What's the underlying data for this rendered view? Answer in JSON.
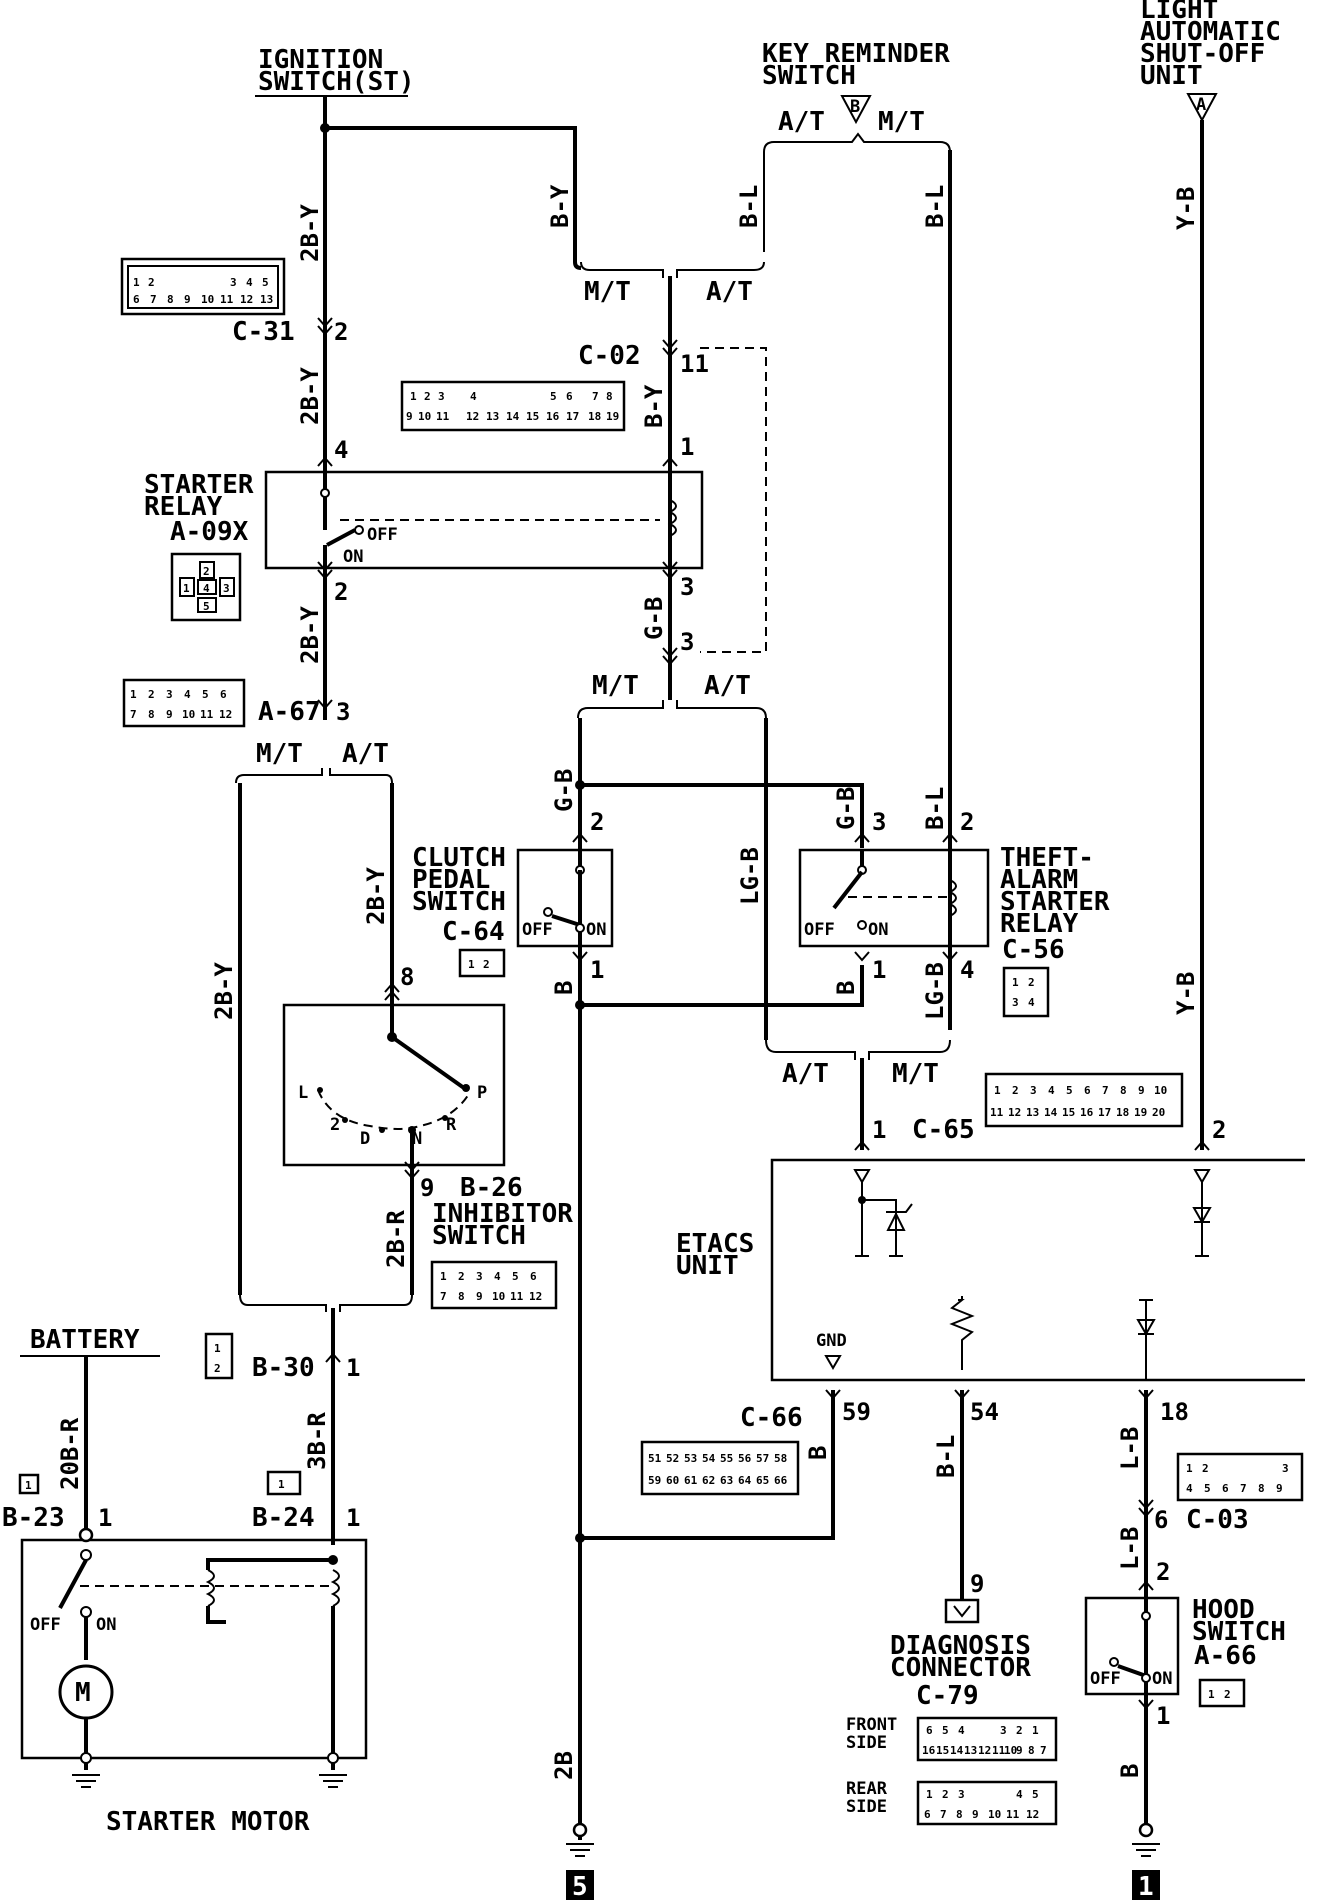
{
  "components": {
    "ignition_switch": [
      "IGNITION",
      "SWITCH(ST)"
    ],
    "key_reminder": [
      "KEY REMINDER",
      "SWITCH"
    ],
    "light_unit": [
      "LIGHT",
      "AUTOMATIC",
      "SHUT-OFF",
      "UNIT"
    ],
    "starter_relay": [
      "STARTER",
      "RELAY"
    ],
    "starter_relay_code": "A-09X",
    "clutch_pedal": [
      "CLUTCH",
      "PEDAL",
      "SWITCH"
    ],
    "clutch_code": "C-64",
    "theft_relay": [
      "THEFT-",
      "ALARM",
      "STARTER",
      "RELAY"
    ],
    "theft_code": "C-56",
    "inhibitor": [
      "INHIBITOR",
      "SWITCH"
    ],
    "inhibitor_code": "B-26",
    "etacs": [
      "ETACS",
      "UNIT"
    ],
    "battery": "BATTERY",
    "starter_motor": "STARTER MOTOR",
    "diagnosis": [
      "DIAGNOSIS",
      "CONNECTOR"
    ],
    "diagnosis_code": "C-79",
    "hood_switch": [
      "HOOD",
      "SWITCH"
    ],
    "hood_code": "A-66",
    "front_side": [
      "FRONT",
      "SIDE"
    ],
    "rear_side": [
      "REAR",
      "SIDE"
    ]
  },
  "connectors": {
    "c31": "C-31",
    "c02": "C-02",
    "a67": "A-67",
    "b30": "B-30",
    "b23": "B-23",
    "b24": "B-24",
    "c65": "C-65",
    "c66": "C-66",
    "c03": "C-03"
  },
  "wire_colors": {
    "ig_2by_1": "2B-Y",
    "ig_2by_2": "2B-Y",
    "ig_2by_3": "2B-Y",
    "mt_2by": "2B-Y",
    "at_2by": "2B-Y",
    "inh_2br": "2B-R",
    "bat_20br": "20B-R",
    "mot_3br": "3B-R",
    "key_by": "B-Y",
    "key_bl": "B-L",
    "key_bl2": "B-L",
    "relay_by": "B-Y",
    "relay_gb": "G-B",
    "clutch_gb": "G-B",
    "clutch_b": "B",
    "lgb": "LG-B",
    "theft_gb": "G-B",
    "theft_bl": "B-L",
    "theft_b": "B",
    "theft_lgb": "LG-B",
    "light_yb": "Y-B",
    "light_yb2": "Y-B",
    "gnd_b": "B",
    "diag_bl": "B-L",
    "hood_lb": "L-B",
    "hood_lb2": "L-B",
    "hood_b": "B",
    "ground_2b": "2B"
  },
  "pins": {
    "c31": "2",
    "relay_top": "4",
    "relay_bot": "2",
    "a67": "3",
    "c02": "11",
    "relay_coil_top": "1",
    "relay_coil_bot": "3",
    "c02_bot": "3",
    "inh_top": "8",
    "inh_bot": "9",
    "b30": "1",
    "b23": "1",
    "b24": "1",
    "clutch_top": "2",
    "clutch_bot": "1",
    "theft_sw_top": "3",
    "theft_sw_bot": "1",
    "theft_coil_top": "2",
    "theft_coil_bot": "4",
    "c65_1": "1",
    "c65_2": "2",
    "gnd": "59",
    "diag": "54",
    "diag_conn": "9",
    "hood_etacs": "18",
    "c03": "6",
    "hood_top": "2",
    "hood_bot": "1"
  },
  "transmission": {
    "mt": "M/T",
    "at": "A/T"
  },
  "switch_states": {
    "off": "OFF",
    "on": "ON"
  },
  "inhibitor_positions": [
    "L",
    "2",
    "D",
    "N",
    "R",
    "P"
  ],
  "etacs_gnd": "GND",
  "motor_symbol": "M",
  "ref_marks": {
    "key_reminder": "B",
    "light_unit": "A",
    "ground_left": "5",
    "ground_right": "1"
  },
  "connector_pins": {
    "c31": {
      "top": [
        "1",
        "2",
        "3",
        "4",
        "5"
      ],
      "bottom": [
        "6",
        "7",
        "8",
        "9",
        "10",
        "11",
        "12",
        "13"
      ]
    },
    "c02": {
      "top": [
        "1",
        "2",
        "3",
        "4",
        "5",
        "6",
        "7",
        "8"
      ],
      "bottom": [
        "9",
        "10",
        "11",
        "12",
        "13",
        "14",
        "15",
        "16",
        "17",
        "18",
        "19"
      ]
    },
    "a09x": [
      "1",
      "2",
      "3",
      "4",
      "5"
    ],
    "a67": {
      "top": [
        "1",
        "2",
        "3",
        "4",
        "5",
        "6"
      ],
      "bottom": [
        "7",
        "8",
        "9",
        "10",
        "11",
        "12"
      ]
    },
    "c64": [
      "1",
      "2"
    ],
    "c56": [
      "1",
      "2",
      "3",
      "4"
    ],
    "b26": {
      "top": [
        "1",
        "2",
        "3",
        "4",
        "5",
        "6"
      ],
      "bottom": [
        "7",
        "8",
        "9",
        "10",
        "11",
        "12"
      ]
    },
    "b30": [
      "1",
      "2"
    ],
    "b24": [
      "1"
    ],
    "b23": [
      "1"
    ],
    "c65": {
      "top": [
        "1",
        "2",
        "3",
        "4",
        "5",
        "6",
        "7",
        "8",
        "9",
        "10"
      ],
      "bottom": [
        "11",
        "12",
        "13",
        "14",
        "15",
        "16",
        "17",
        "18",
        "19",
        "20"
      ]
    },
    "c66": {
      "top": [
        "51",
        "52",
        "53",
        "54",
        "55",
        "56",
        "57",
        "58"
      ],
      "bottom": [
        "59",
        "60",
        "61",
        "62",
        "63",
        "64",
        "65",
        "66"
      ]
    },
    "c03": {
      "top": [
        "1",
        "2",
        "3"
      ],
      "bottom": [
        "4",
        "5",
        "6",
        "7",
        "8",
        "9"
      ]
    },
    "a66": [
      "1",
      "2"
    ],
    "c79_front": {
      "top": [
        "6",
        "5",
        "4",
        "3",
        "2",
        "1"
      ],
      "bottom": [
        "16",
        "15",
        "14",
        "13",
        "12",
        "11",
        "10",
        "9",
        "8",
        "7"
      ]
    },
    "c79_rear": {
      "top": [
        "1",
        "2",
        "3",
        "4",
        "5"
      ],
      "bottom": [
        "6",
        "7",
        "8",
        "9",
        "10",
        "11",
        "12"
      ]
    }
  }
}
